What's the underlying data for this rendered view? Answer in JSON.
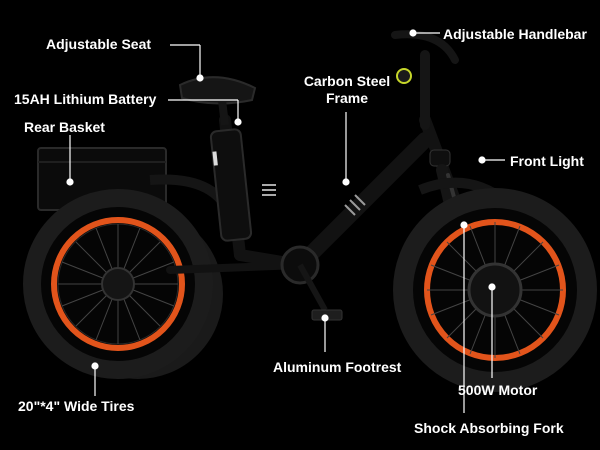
{
  "colors": {
    "background": "#000000",
    "label_text": "#ffffff",
    "rim_accent": "#e2541b",
    "frame": "#121212"
  },
  "product": {
    "subject": "electric-tricycle",
    "callouts": [
      {
        "id": "seat",
        "text": "Adjustable Seat"
      },
      {
        "id": "handlebar",
        "text": "Adjustable Handlebar"
      },
      {
        "id": "battery",
        "text": "15AH Lithium Battery"
      },
      {
        "id": "frame_line1",
        "text": "Carbon Steel"
      },
      {
        "id": "frame_line2",
        "text": "Frame"
      },
      {
        "id": "basket",
        "text": "Rear Basket"
      },
      {
        "id": "light",
        "text": "Front Light"
      },
      {
        "id": "footrest",
        "text": "Aluminum Footrest"
      },
      {
        "id": "motor",
        "text": "500W Motor"
      },
      {
        "id": "tires",
        "text": "20\"*4\" Wide Tires"
      },
      {
        "id": "fork",
        "text": "Shock Absorbing Fork"
      }
    ]
  }
}
